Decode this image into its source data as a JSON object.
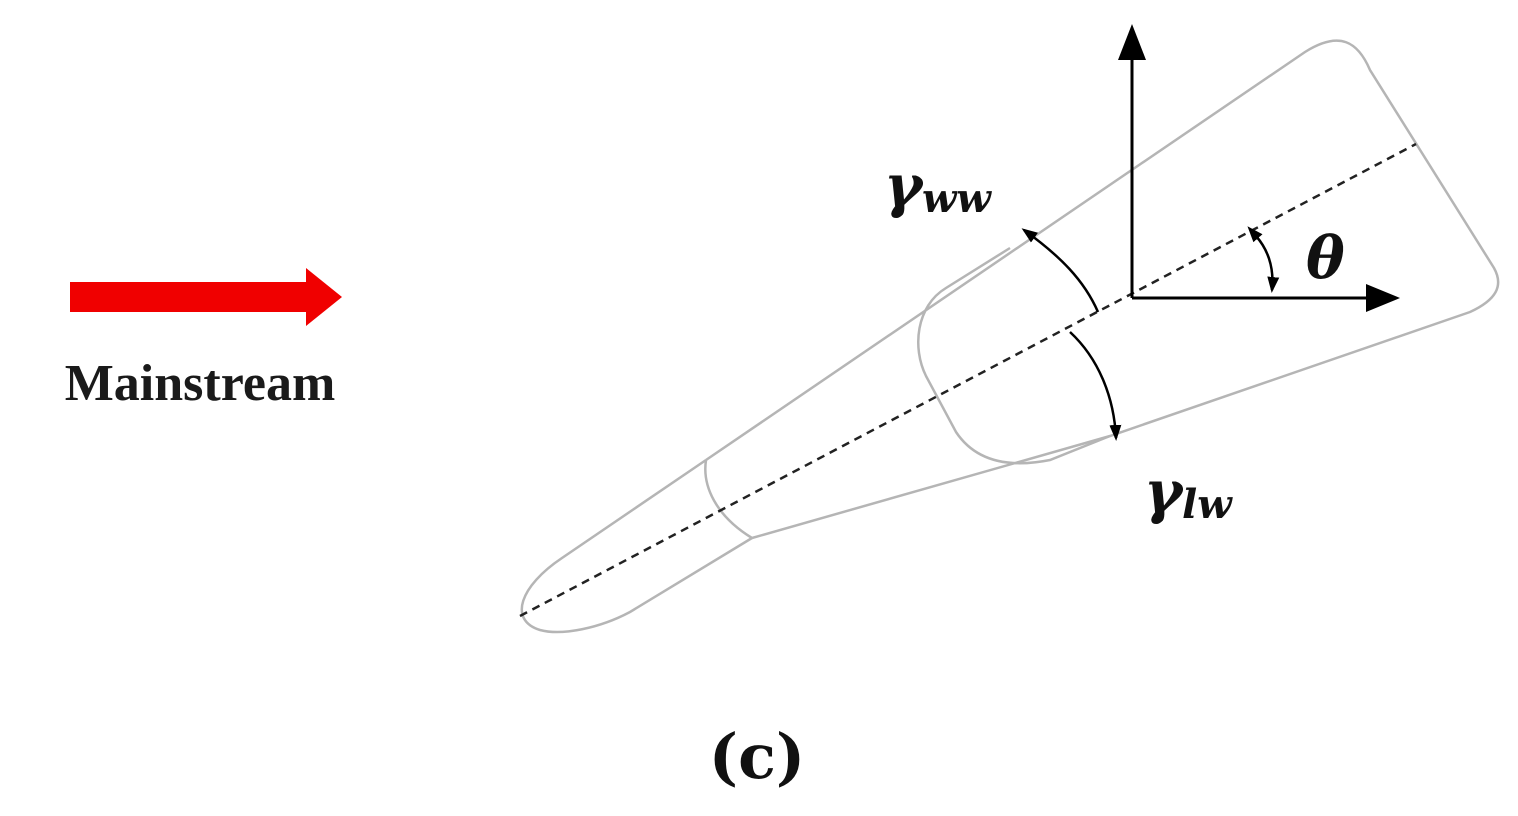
{
  "flow_label": "Mainstream",
  "flow_arrow_color": "#f00000",
  "angle_windward": {
    "symbol": "γ",
    "subscript": "ww"
  },
  "angle_leeward": {
    "symbol": "γ",
    "subscript": "lw"
  },
  "angle_theta": "θ",
  "caption": "(c)"
}
